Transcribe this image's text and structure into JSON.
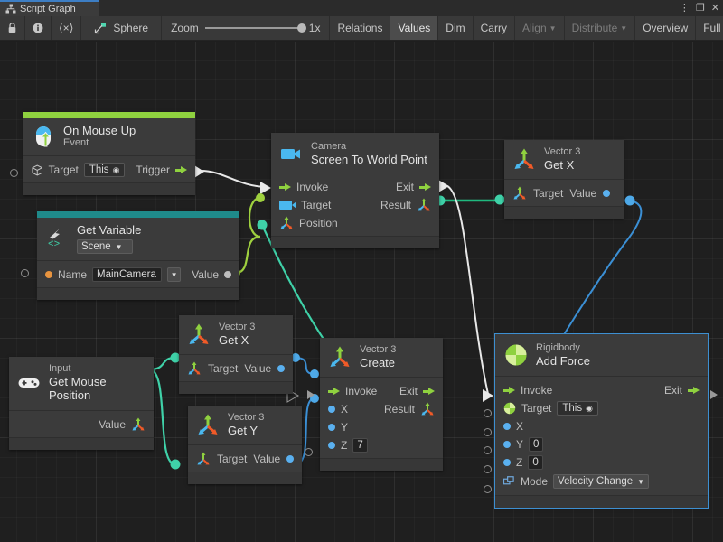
{
  "window": {
    "tab_title": "Script Graph",
    "tab_icon": "script-graph-icon",
    "buttons": [
      "menu-dots-icon",
      "maximize-icon",
      "close-icon"
    ]
  },
  "toolbar": {
    "lock_icon": "lock-icon",
    "info_icon": "info-icon",
    "code_icon": "angle-brackets-icon",
    "object_icon": "hierarchy-icon",
    "object_name": "Sphere",
    "zoom_label": "Zoom",
    "zoom_value": "1x",
    "items": [
      {
        "label": "Relations",
        "state": "normal"
      },
      {
        "label": "Values",
        "state": "selected"
      },
      {
        "label": "Dim",
        "state": "normal"
      },
      {
        "label": "Carry",
        "state": "normal"
      },
      {
        "label": "Align",
        "state": "disabled",
        "dropdown": true
      },
      {
        "label": "Distribute",
        "state": "disabled",
        "dropdown": true
      },
      {
        "label": "Overview",
        "state": "normal"
      },
      {
        "label": "Full Screen",
        "state": "normal"
      }
    ]
  },
  "colors": {
    "event_accent": "#8fd13f",
    "variable_accent": "#1f8a8a",
    "flow_green": "#8fd13f",
    "wire_flow": "#e8e8e8",
    "wire_object": "#9fd13f",
    "wire_vector": "#3fd1a8",
    "wire_float": "#4a9fdc",
    "node_bg": "#3b3b3b",
    "canvas_bg": "#1f1f1f",
    "selection": "#3d8fd1"
  },
  "nodes": [
    {
      "id": "on-mouse-up",
      "subtitle": "On Mouse Up",
      "title": "Event",
      "icon": "mouse-up-icon",
      "accent": "#8fd13f",
      "ports": [
        {
          "label": "Target",
          "value": "This",
          "kind": "input",
          "icon": "cube-icon"
        },
        {
          "label": "Trigger",
          "kind": "output",
          "icon": "flow-arrow-icon"
        }
      ]
    },
    {
      "id": "get-variable",
      "subtitle": "Get Variable",
      "title": "Scene",
      "icon": "variable-icon",
      "accent": "#1f8a8a",
      "ports": [
        {
          "label": "Name",
          "value": "MainCamera",
          "kind": "input",
          "dot": "orange"
        },
        {
          "label": "Value",
          "kind": "output",
          "dot": "grey"
        }
      ]
    },
    {
      "id": "camera-screen-to-world-point",
      "subtitle": "Camera",
      "title": "Screen To World Point",
      "icon": "camera-icon",
      "ports": [
        {
          "label": "Invoke",
          "kind": "input",
          "icon": "flow-arrow-icon"
        },
        {
          "label": "Exit",
          "kind": "output",
          "icon": "flow-arrow-icon"
        },
        {
          "label": "Target",
          "kind": "input",
          "icon": "camera-icon"
        },
        {
          "label": "Result",
          "kind": "output",
          "icon": "vector3-icon"
        },
        {
          "label": "Position",
          "kind": "input",
          "icon": "vector3-icon"
        }
      ]
    },
    {
      "id": "vector3-get-x-top",
      "subtitle": "Vector 3",
      "title": "Get X",
      "icon": "vector3-icon",
      "ports": [
        {
          "label": "Target",
          "kind": "input",
          "icon": "vector3-icon"
        },
        {
          "label": "Value",
          "kind": "output",
          "dot": "blue"
        }
      ]
    },
    {
      "id": "vector3-get-x-bottom",
      "subtitle": "Vector 3",
      "title": "Get X",
      "icon": "vector3-icon",
      "ports": [
        {
          "label": "Target",
          "kind": "input",
          "icon": "vector3-icon"
        },
        {
          "label": "Value",
          "kind": "output",
          "dot": "blue"
        }
      ]
    },
    {
      "id": "vector3-get-y",
      "subtitle": "Vector 3",
      "title": "Get Y",
      "icon": "vector3-icon",
      "ports": [
        {
          "label": "Target",
          "kind": "input",
          "icon": "vector3-icon"
        },
        {
          "label": "Value",
          "kind": "output",
          "dot": "blue"
        }
      ]
    },
    {
      "id": "input-get-mouse-position",
      "subtitle": "Input",
      "title": "Get Mouse Position",
      "icon": "gamepad-icon",
      "ports": [
        {
          "label": "Value",
          "kind": "output",
          "icon": "vector3-icon"
        }
      ]
    },
    {
      "id": "vector3-create",
      "subtitle": "Vector 3",
      "title": "Create",
      "icon": "vector3-icon",
      "ports": [
        {
          "label": "Invoke",
          "kind": "input",
          "icon": "flow-arrow-icon"
        },
        {
          "label": "Exit",
          "kind": "output",
          "icon": "flow-arrow-icon"
        },
        {
          "label": "X",
          "kind": "input",
          "dot": "blue"
        },
        {
          "label": "Result",
          "kind": "output",
          "icon": "vector3-icon"
        },
        {
          "label": "Y",
          "kind": "input",
          "dot": "blue"
        },
        {
          "label": "Z",
          "value": "7",
          "kind": "input",
          "dot": "blue"
        }
      ]
    },
    {
      "id": "rigidbody-add-force",
      "subtitle": "Rigidbody",
      "title": "Add Force",
      "icon": "rigidbody-icon",
      "selected": true,
      "ports": [
        {
          "label": "Invoke",
          "kind": "input",
          "icon": "flow-arrow-icon"
        },
        {
          "label": "Exit",
          "kind": "output",
          "icon": "flow-arrow-icon"
        },
        {
          "label": "Target",
          "value": "This",
          "kind": "input",
          "icon": "rigidbody-icon"
        },
        {
          "label": "X",
          "kind": "input",
          "dot": "blue"
        },
        {
          "label": "Y",
          "value": "0",
          "kind": "input",
          "dot": "blue"
        },
        {
          "label": "Z",
          "value": "0",
          "kind": "input",
          "dot": "blue"
        },
        {
          "label": "Mode",
          "value": "Velocity Change",
          "kind": "input",
          "icon": "mode-icon"
        }
      ]
    }
  ],
  "labels": {
    "target": "Target",
    "trigger": "Trigger",
    "invoke": "Invoke",
    "exit": "Exit",
    "result": "Result",
    "position": "Position",
    "value": "Value",
    "name": "Name",
    "mode": "Mode",
    "x": "X",
    "y": "Y",
    "z": "Z",
    "this": "This"
  }
}
